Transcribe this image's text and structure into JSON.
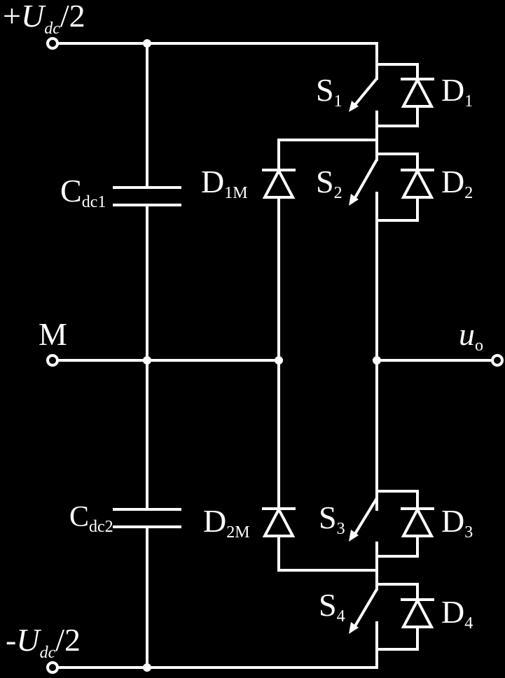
{
  "labels": {
    "vpos": {
      "sign": "+",
      "U": "U",
      "dc": "dc",
      "tail": "/2"
    },
    "vneg": {
      "sign": "-",
      "U": "U",
      "dc": "dc",
      "tail": "/2"
    },
    "mid": "M",
    "out": {
      "u": "u",
      "sub": "o"
    },
    "cap1": {
      "C": "C",
      "sub": "dc1"
    },
    "cap2": {
      "C": "C",
      "sub": "dc2"
    },
    "d1m": {
      "D": "D",
      "sub": "1M"
    },
    "d2m": {
      "D": "D",
      "sub": "2M"
    },
    "switches": [
      {
        "S": "S",
        "sub": "1"
      },
      {
        "S": "S",
        "sub": "2"
      },
      {
        "S": "S",
        "sub": "3"
      },
      {
        "S": "S",
        "sub": "4"
      }
    ],
    "diodes": [
      {
        "D": "D",
        "sub": "1"
      },
      {
        "D": "D",
        "sub": "2"
      },
      {
        "D": "D",
        "sub": "3"
      },
      {
        "D": "D",
        "sub": "4"
      }
    ]
  }
}
